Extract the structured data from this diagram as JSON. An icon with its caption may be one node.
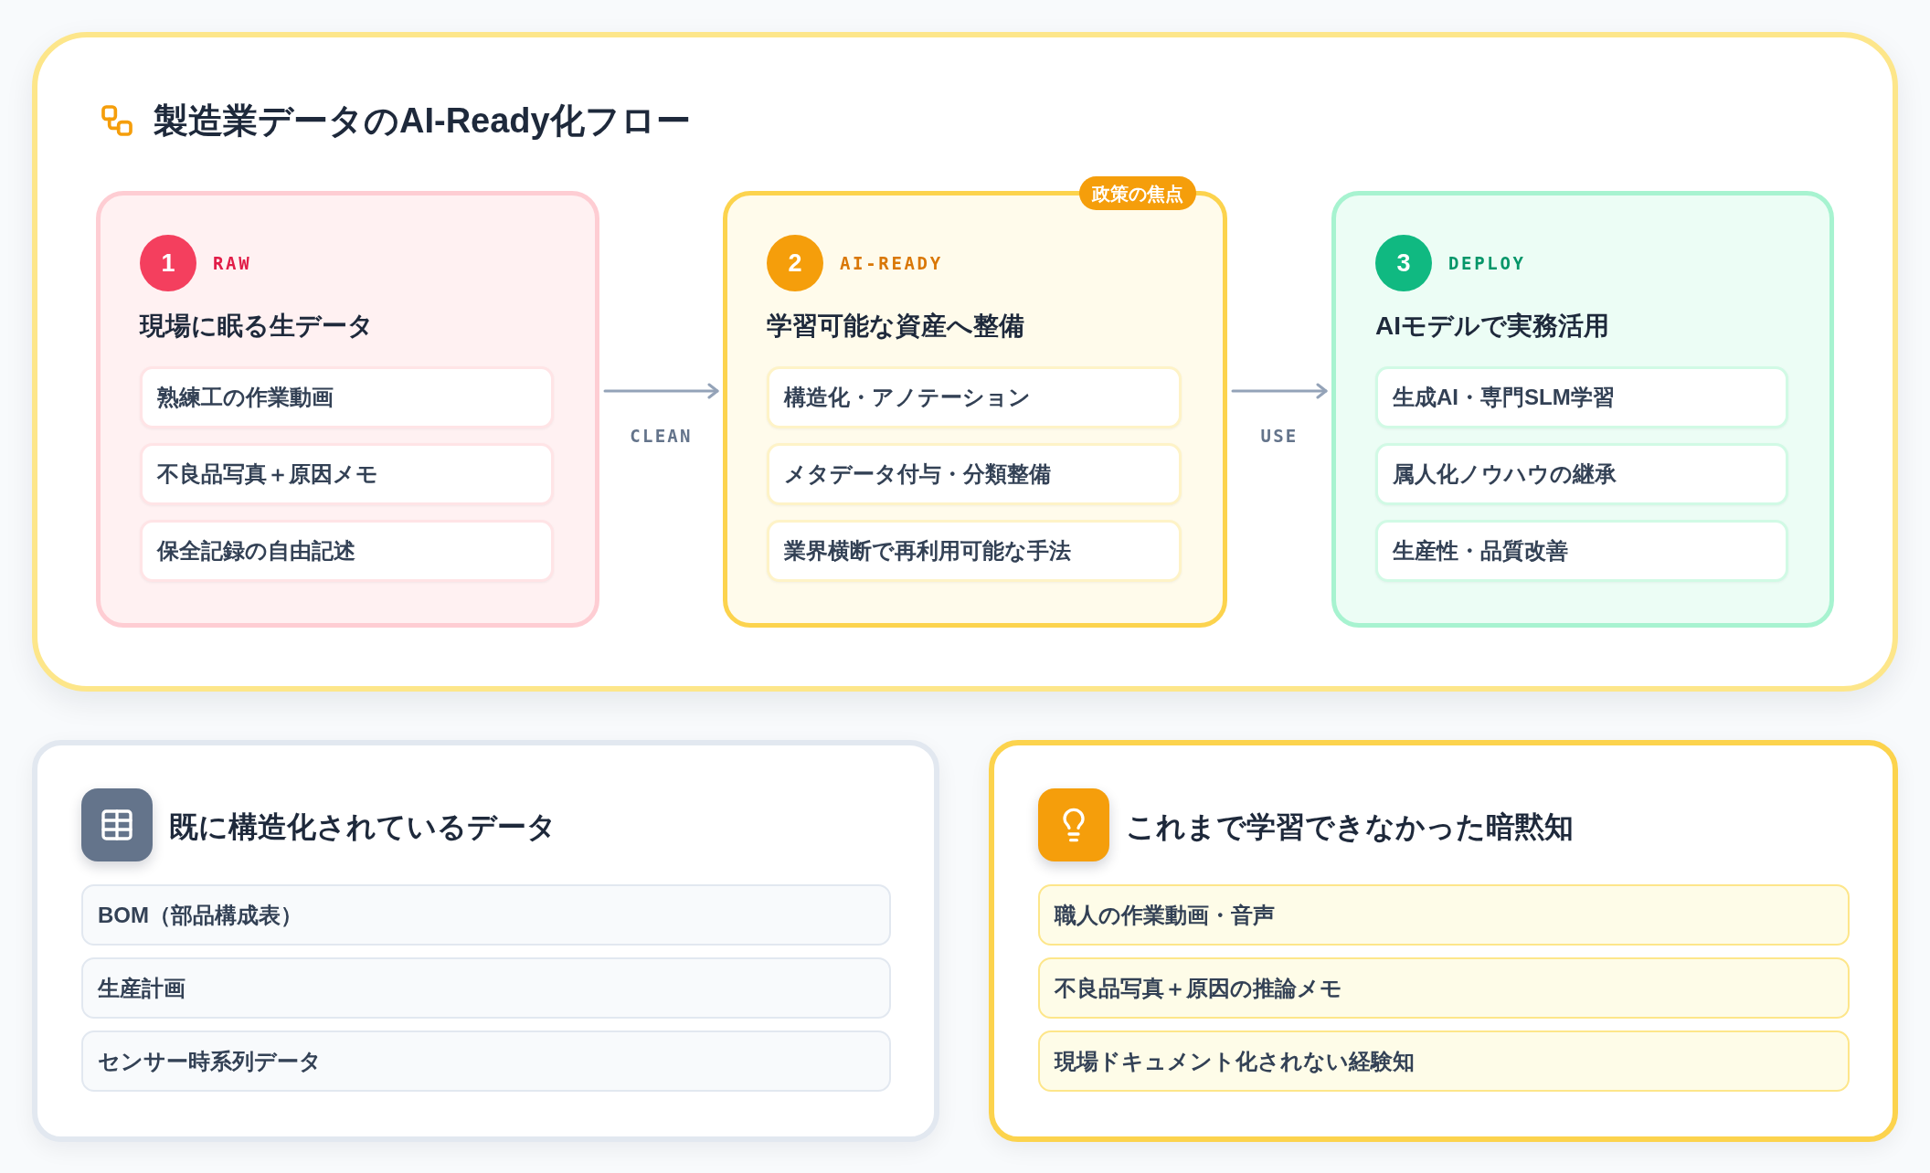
{
  "diagram": {
    "nodes": [
      {
        "text": [
          "製造業データのAI-Ready化フロー"
        ]
      },
      {
        "text": [
          "RAW",
          "現場に眠る生データ"
        ],
        "in": 0
      },
      {
        "text": [
          "1"
        ],
        "in": 1
      },
      {
        "text": [
          "熟練工の作業動画"
        ],
        "in": 1
      },
      {
        "text": [
          "不良品写真＋原因メモ"
        ],
        "in": 1
      },
      {
        "text": [
          "保全記録の自由記述"
        ],
        "in": 1
      },
      {
        "text": [
          "政策の焦点"
        ],
        "in": 0
      },
      {
        "text": [
          "AI-READY",
          "学習可能な資産へ整備"
        ],
        "in": 0
      },
      {
        "text": [
          "2"
        ],
        "in": 7
      },
      {
        "text": [
          "構造化・アノテーション"
        ],
        "in": 7
      },
      {
        "text": [
          "メタデータ付与・分類整備"
        ],
        "in": 7
      },
      {
        "text": [
          "業界横断で再利用可能な手法"
        ],
        "in": 7
      },
      {
        "text": [
          "DEPLOY",
          "AIモデルで実務活用"
        ],
        "in": 0
      },
      {
        "text": [
          "3"
        ],
        "in": 12
      },
      {
        "text": [
          "生成AI・専門SLM学習"
        ],
        "in": 12
      },
      {
        "text": [
          "属人化ノウハウの継承"
        ],
        "in": 12
      },
      {
        "text": [
          "生産性・品質改善"
        ],
        "in": 12
      },
      {
        "text": [
          "既に構造化されているデータ"
        ]
      },
      {
        "text": [
          "BOM（部品構成表）"
        ],
        "in": 17
      },
      {
        "text": [
          "生産計画"
        ],
        "in": 17
      },
      {
        "text": [
          "センサー時系列データ"
        ],
        "in": 17
      },
      {
        "text": [
          "これまで学習できなかった暗黙知"
        ]
      },
      {
        "text": [
          "職人の作業動画・音声"
        ],
        "in": 21
      },
      {
        "text": [
          "不良品写真＋原因の推論メモ"
        ],
        "in": 21
      },
      {
        "text": [
          "現場ドキュメント化されない経験知"
        ],
        "in": 21
      }
    ],
    "edges": [
      {
        "from": 1,
        "to": 7,
        "arrow": "to",
        "label": "CLEAN"
      },
      {
        "from": 7,
        "to": 12,
        "arrow": "to",
        "label": "USE"
      }
    ]
  }
}
